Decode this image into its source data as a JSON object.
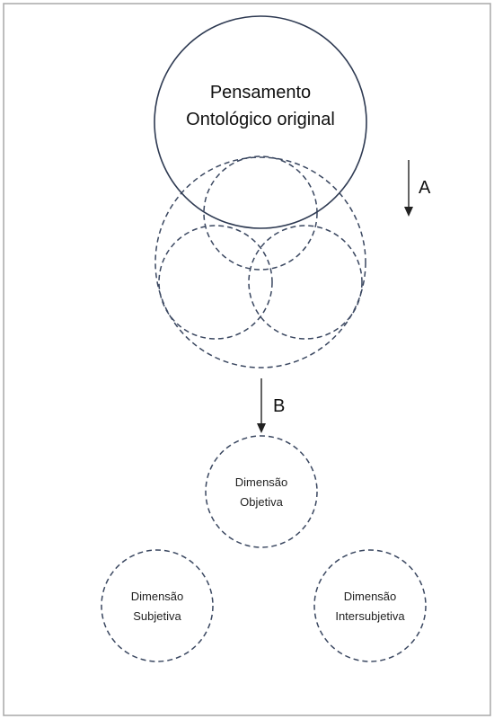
{
  "main_concept": {
    "line1": "Pensamento",
    "line2": "Ontológico original"
  },
  "arrows": {
    "a_label": "A",
    "b_label": "B"
  },
  "dimensions": {
    "objective": {
      "line1": "Dimensão",
      "line2": "Objetiva"
    },
    "subjective": {
      "line1": "Dimensão",
      "line2": "Subjetiva"
    },
    "intersubjective": {
      "line1": "Dimensão",
      "line2": "Intersubjetiva"
    }
  },
  "colors": {
    "frame": "#a8a8a8",
    "circle_stroke": "#2e3a52",
    "text": "#111111"
  }
}
